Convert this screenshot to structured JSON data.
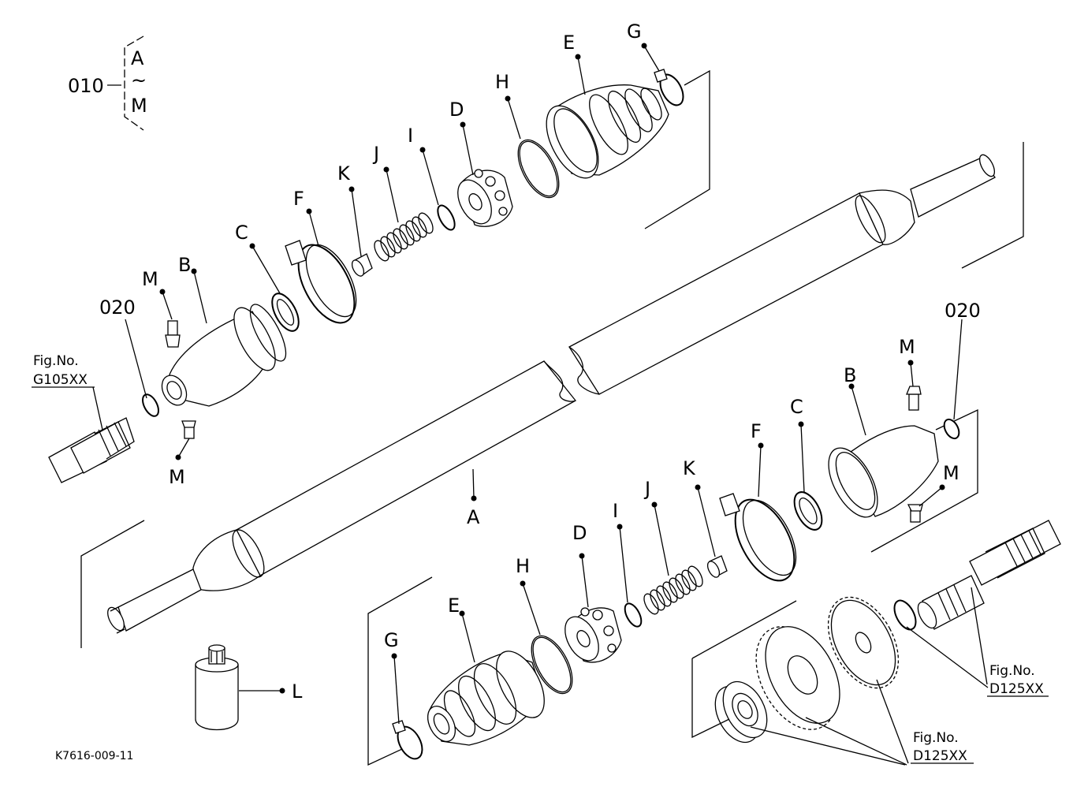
{
  "diagram": {
    "group_ref": {
      "number": "010",
      "range_start": "A",
      "range_sep": "~",
      "range_end": "M"
    },
    "labels": {
      "A": "A",
      "B": "B",
      "C": "C",
      "D": "D",
      "E": "E",
      "F": "F",
      "G": "G",
      "H": "H",
      "I": "I",
      "J": "J",
      "K": "K",
      "L": "L",
      "M": "M",
      "ref020": "020"
    },
    "fig_refs": {
      "left": {
        "title": "Fig.No.",
        "code": "G105XX"
      },
      "right": {
        "title": "Fig.No.",
        "code": "D125XX"
      },
      "bottom": {
        "title": "Fig.No.",
        "code": "D125XX"
      }
    },
    "drawing_code": "K7616-009-11"
  }
}
